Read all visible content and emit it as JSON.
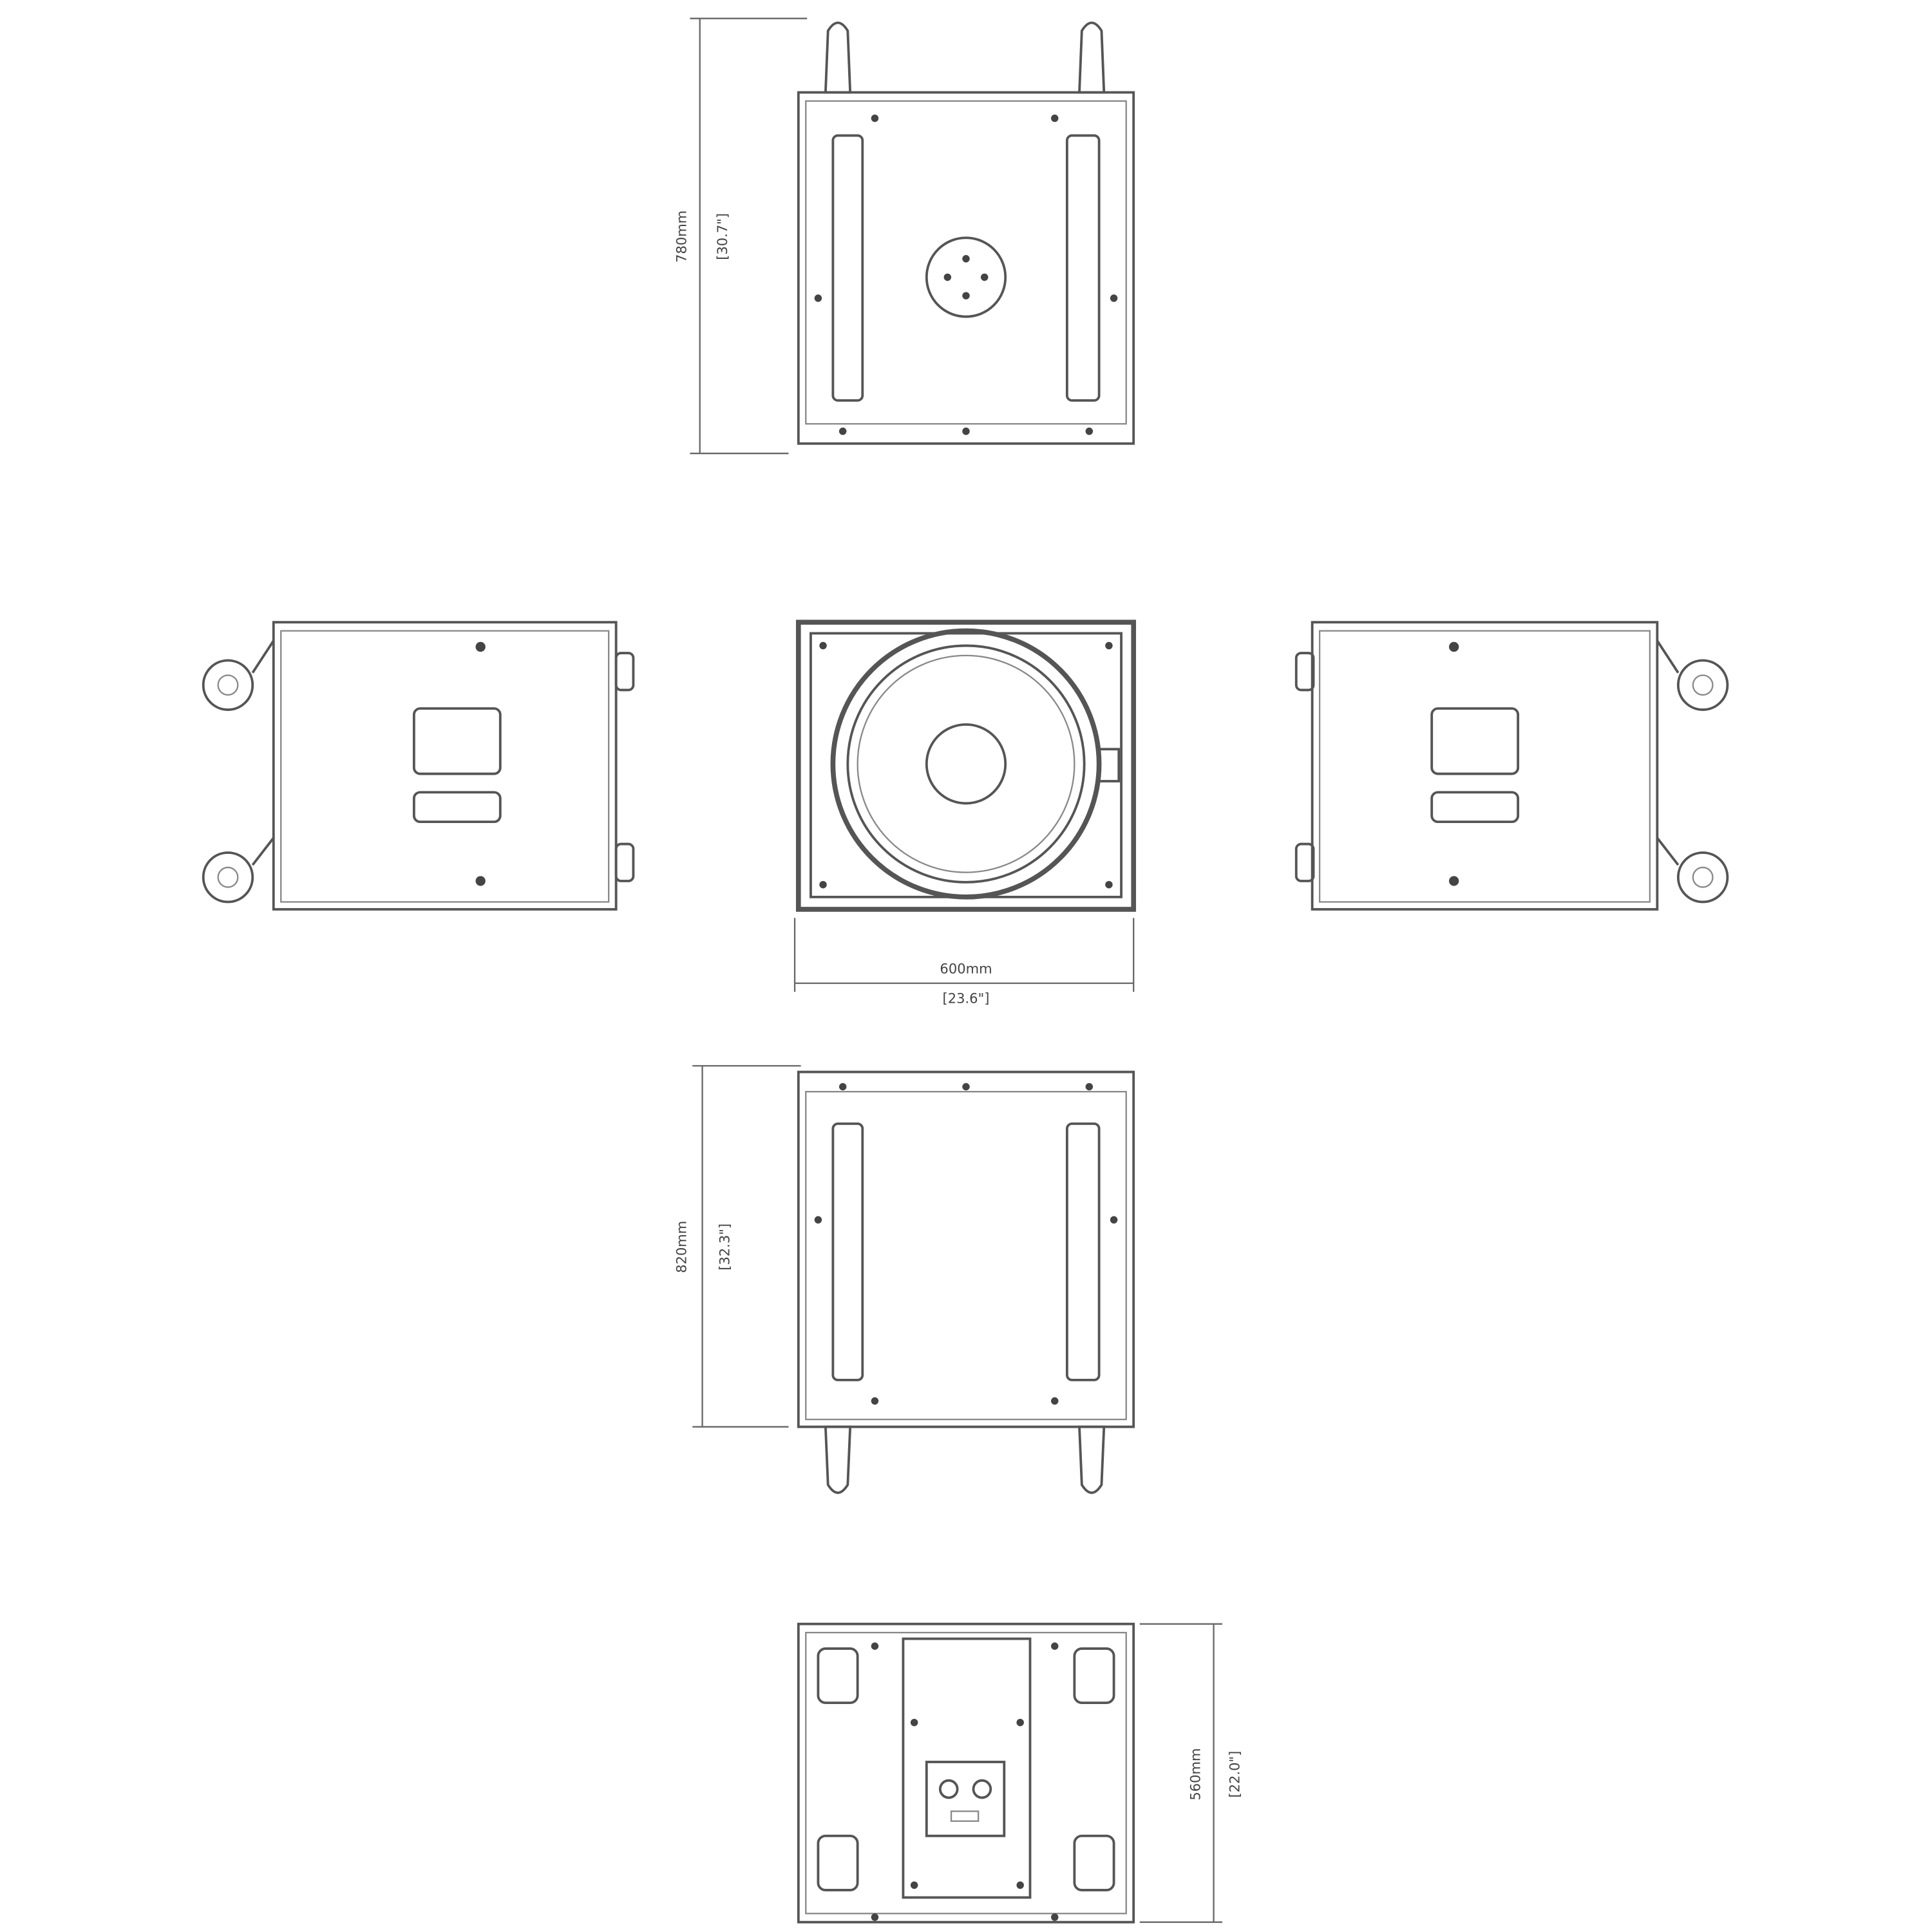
{
  "dimensions": {
    "height_top": {
      "mm": "780mm",
      "inch": "[30.7\"]"
    },
    "width_front": {
      "mm": "600mm",
      "inch": "[23.6\"]"
    },
    "depth_side": {
      "mm": "820mm",
      "inch": "[32.3\"]"
    },
    "height_rear": {
      "mm": "560mm",
      "inch": "[22.0\"]"
    }
  },
  "colors": {
    "line": "#555555",
    "background": "#ffffff"
  }
}
